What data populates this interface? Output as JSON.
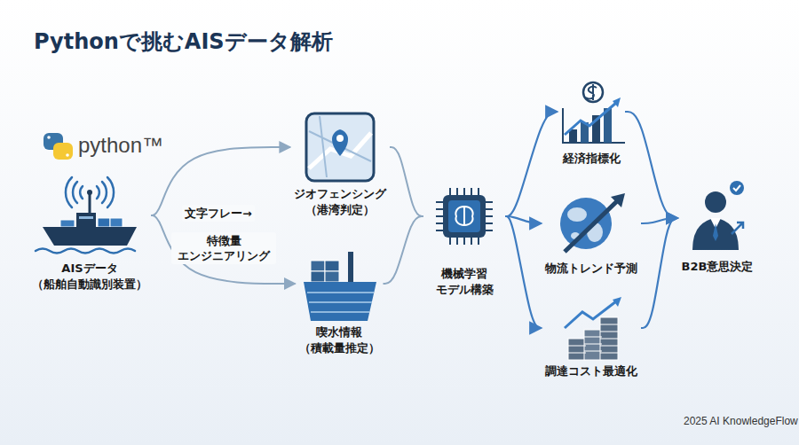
{
  "diagram": {
    "title": "Pythonで挑むAISデータ解析",
    "caption": "2025 AI KnowledgeFlow",
    "nodes": [
      {
        "text": [
          "AISデータ",
          "（船舶自動識別装置）"
        ]
      },
      {
        "text": [
          "ジオフェンシング",
          "（港湾判定）"
        ]
      },
      {
        "text": [
          "喫水情報",
          "（積載量推定）"
        ]
      },
      {
        "text": [
          "機械学習 モデル構築"
        ]
      },
      {
        "text": [
          "経済指標化"
        ]
      },
      {
        "text": [
          "物流トレンド予測"
        ]
      },
      {
        "text": [
          "調達コスト最適化"
        ]
      },
      {
        "text": [
          "B2B意思決定"
        ]
      }
    ],
    "edges": [
      {
        "from": 0,
        "to": 1,
        "arrow": "to"
      },
      {
        "from": 0,
        "to": 2,
        "arrow": "to"
      },
      {
        "from": 1,
        "to": 3,
        "arrow": "none"
      },
      {
        "from": 2,
        "to": 3,
        "arrow": "none"
      },
      {
        "from": 3,
        "to": 4,
        "arrow": "to"
      },
      {
        "from": 3,
        "to": 5,
        "arrow": "to"
      },
      {
        "from": 3,
        "to": 6,
        "arrow": "to"
      },
      {
        "from": 4,
        "to": 7,
        "arrow": "to"
      },
      {
        "from": 5,
        "to": 7,
        "arrow": "to"
      },
      {
        "from": 6,
        "to": 7,
        "arrow": "to"
      }
    ],
    "labels": [
      "python™",
      "文字フレー→",
      "特徴量 エンジニアリング"
    ]
  }
}
